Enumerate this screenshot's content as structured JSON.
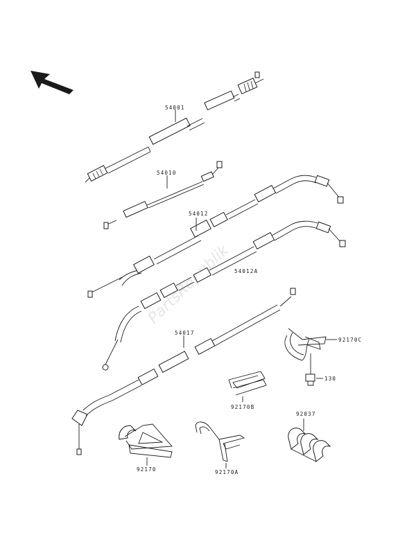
{
  "watermark": "PartsRepublik",
  "parts": {
    "p54001": "54001",
    "p54010": "54010",
    "p54012": "54012",
    "p54012A": "54012A",
    "p54017": "54017",
    "p92170C": "92170C",
    "p130": "130",
    "p92170B": "92170B",
    "p92037": "92037",
    "p92170": "92170",
    "p92170A": "92170A"
  },
  "icons": {
    "orientation": "front-direction-arrow-icon"
  }
}
